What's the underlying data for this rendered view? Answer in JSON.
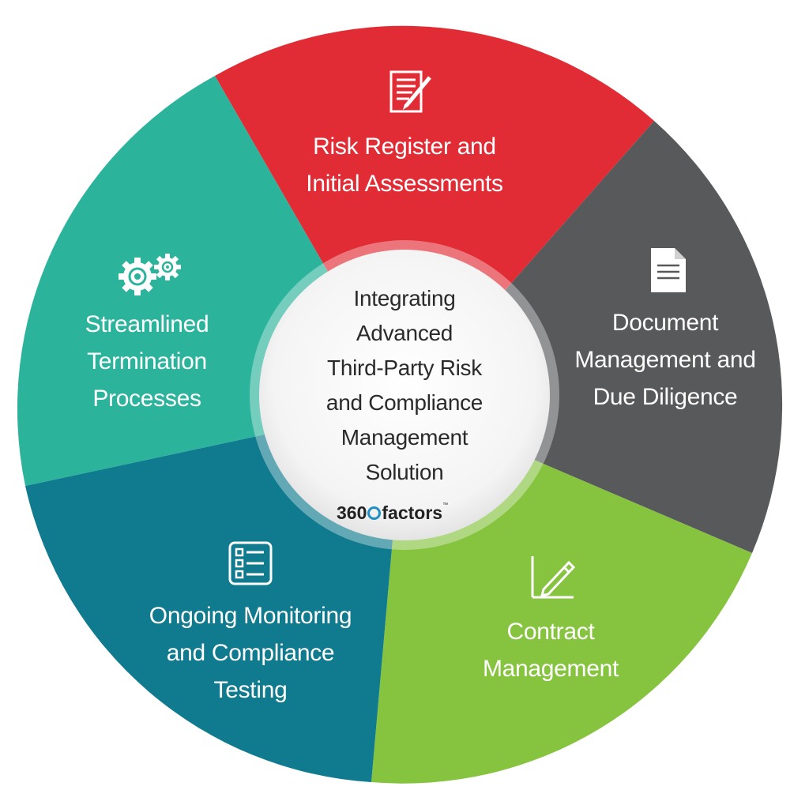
{
  "center": {
    "lines": [
      "Integrating",
      "Advanced",
      "Third-Party Risk",
      "and Compliance",
      "Management",
      "Solution"
    ],
    "logo_prefix": "360",
    "logo_suffix": "factors",
    "logo_mark": "™"
  },
  "segments": [
    {
      "name": "risk-register",
      "lines": [
        "Risk Register and",
        "Initial Assessments"
      ],
      "color": "#e12c35",
      "icon": "checklist-pen-icon"
    },
    {
      "name": "document-management",
      "lines": [
        "Document",
        "Management and",
        "Due Diligence"
      ],
      "color": "#58595b",
      "icon": "document-icon"
    },
    {
      "name": "contract-management",
      "lines": [
        "Contract",
        "Management"
      ],
      "color": "#86c440",
      "icon": "pencil-signature-icon"
    },
    {
      "name": "ongoing-monitoring",
      "lines": [
        "Ongoing Monitoring",
        "and Compliance",
        "Testing"
      ],
      "color": "#107a8e",
      "icon": "clipboard-list-icon"
    },
    {
      "name": "streamlined-termination",
      "lines": [
        "Streamlined",
        "Termination",
        "Processes"
      ],
      "color": "#2bb39c",
      "icon": "gears-icon"
    }
  ]
}
